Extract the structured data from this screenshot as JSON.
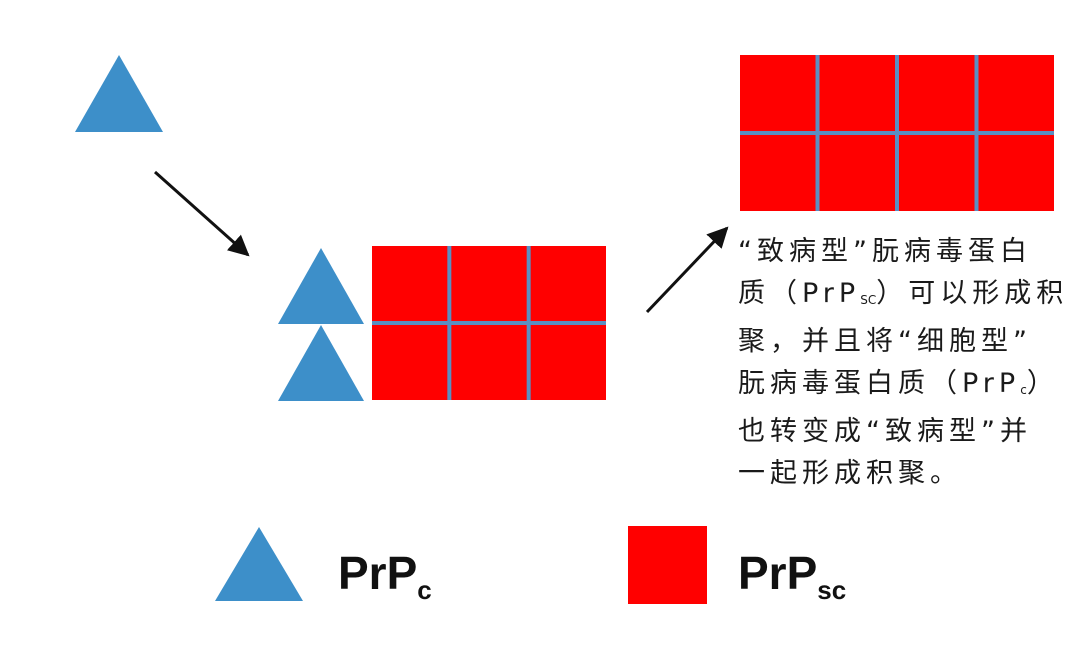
{
  "colors": {
    "triangle_fill": "#3d8fc9",
    "block_fill": "#ff0000",
    "block_grid": "#5a8fc2",
    "arrow": "#111111"
  },
  "caption": {
    "lines": [
      [
        {
          "t": "“致病型”朊病毒蛋白"
        }
      ],
      [
        {
          "t": "质（PrP"
        },
        {
          "sub": "SC"
        },
        {
          "t": "）可以形成积"
        }
      ],
      [
        {
          "t": "聚，并且将“细胞型”"
        }
      ],
      [
        {
          "t": "朊病毒蛋白质（PrP"
        },
        {
          "sub": "c"
        },
        {
          "t": "）"
        }
      ],
      [
        {
          "t": "也转变成“致病型”并"
        }
      ],
      [
        {
          "t": "一起形成积聚。"
        }
      ]
    ]
  },
  "legend": {
    "prpc": {
      "main": "PrP",
      "sub": "c"
    },
    "prpsc": {
      "main": "PrP",
      "sub": "sc"
    }
  }
}
